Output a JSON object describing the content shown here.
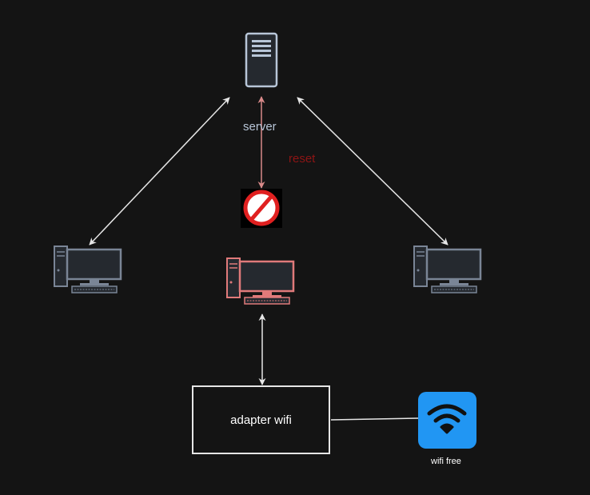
{
  "diagram": {
    "nodes": {
      "server": {
        "label": "server",
        "icon": "server-icon"
      },
      "block": {
        "icon": "prohibited-icon"
      },
      "workstation_left": {
        "icon": "desktop-computer-icon"
      },
      "workstation_center": {
        "icon": "desktop-computer-icon"
      },
      "workstation_right": {
        "icon": "desktop-computer-icon"
      },
      "adapter": {
        "label": "adapter wifi"
      },
      "wifi": {
        "label": "wifi free",
        "icon": "wifi-icon"
      }
    },
    "edges": [
      {
        "from": "server",
        "to": "workstation_left",
        "style": "double-arrow"
      },
      {
        "from": "server",
        "to": "workstation_right",
        "style": "double-arrow"
      },
      {
        "from": "server",
        "to": "block",
        "style": "double-arrow",
        "label": "reset"
      },
      {
        "from": "workstation_center",
        "to": "adapter",
        "style": "double-arrow"
      },
      {
        "from": "adapter",
        "to": "wifi",
        "style": "line"
      }
    ],
    "colors": {
      "background": "#141414",
      "connector": "#e6e6e6",
      "reset_connector": "#d98a8a",
      "reset_label": "#8e1414",
      "server_label": "#b8c6d8",
      "device_stroke": "#7a8596",
      "device_fill": "#25292f",
      "alert_device": "#e07a7a",
      "prohibited": "#e02020",
      "wifi_tile": "#2196f3"
    }
  }
}
